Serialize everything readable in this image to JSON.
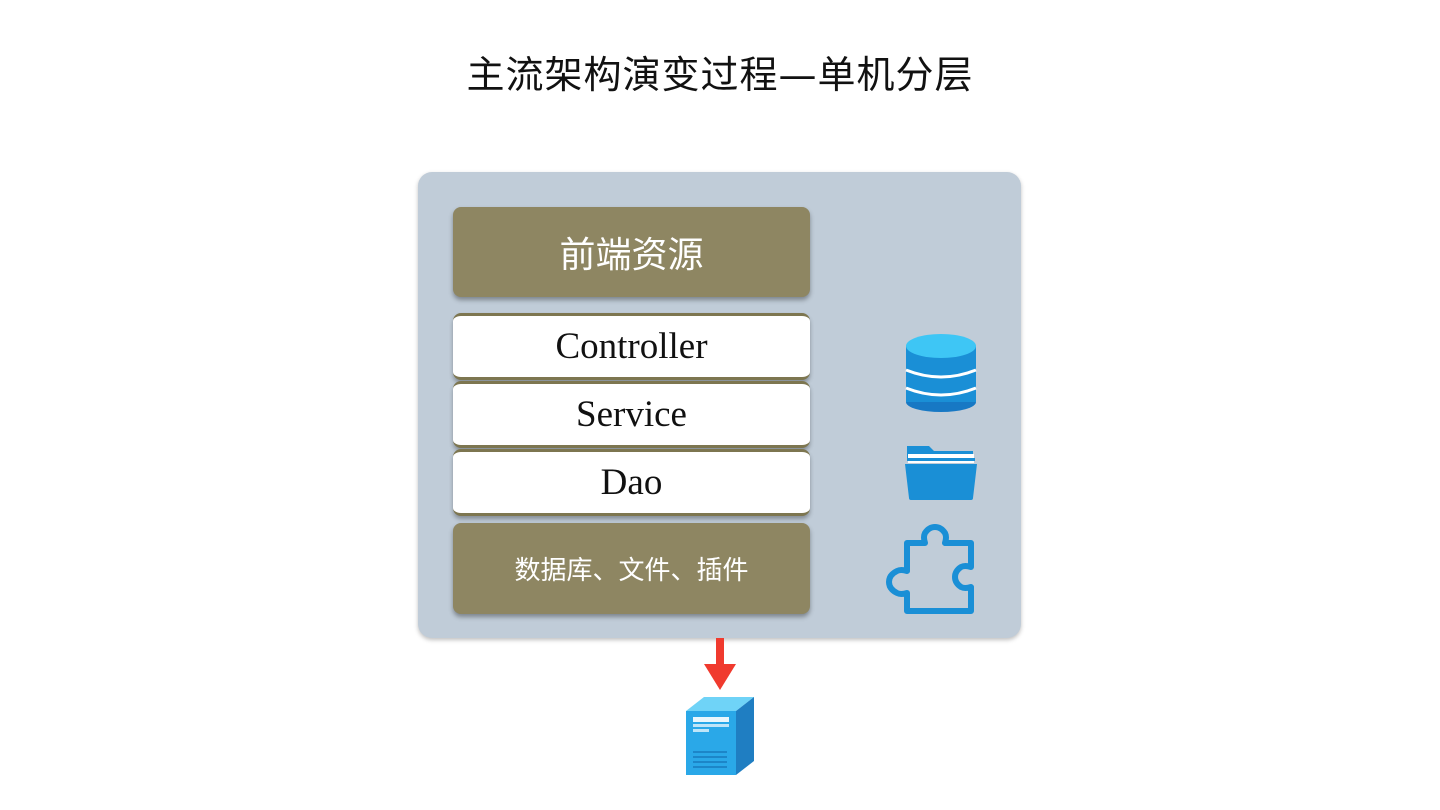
{
  "title": "主流架构演变过程—单机分层",
  "layers": {
    "frontend": "前端资源",
    "controller": "Controller",
    "service": "Service",
    "dao": "Dao",
    "storage": "数据库、文件、插件"
  },
  "icons": {
    "database": "database-icon",
    "folder": "folder-icon",
    "plugin": "puzzle-icon",
    "arrow": "arrow-down-icon",
    "server": "server-icon"
  },
  "colors": {
    "container": "#c0ccd8",
    "olive_layer": "#8e8662",
    "icon_blue": "#1a8fd6",
    "arrow_red": "#f03a2e"
  }
}
